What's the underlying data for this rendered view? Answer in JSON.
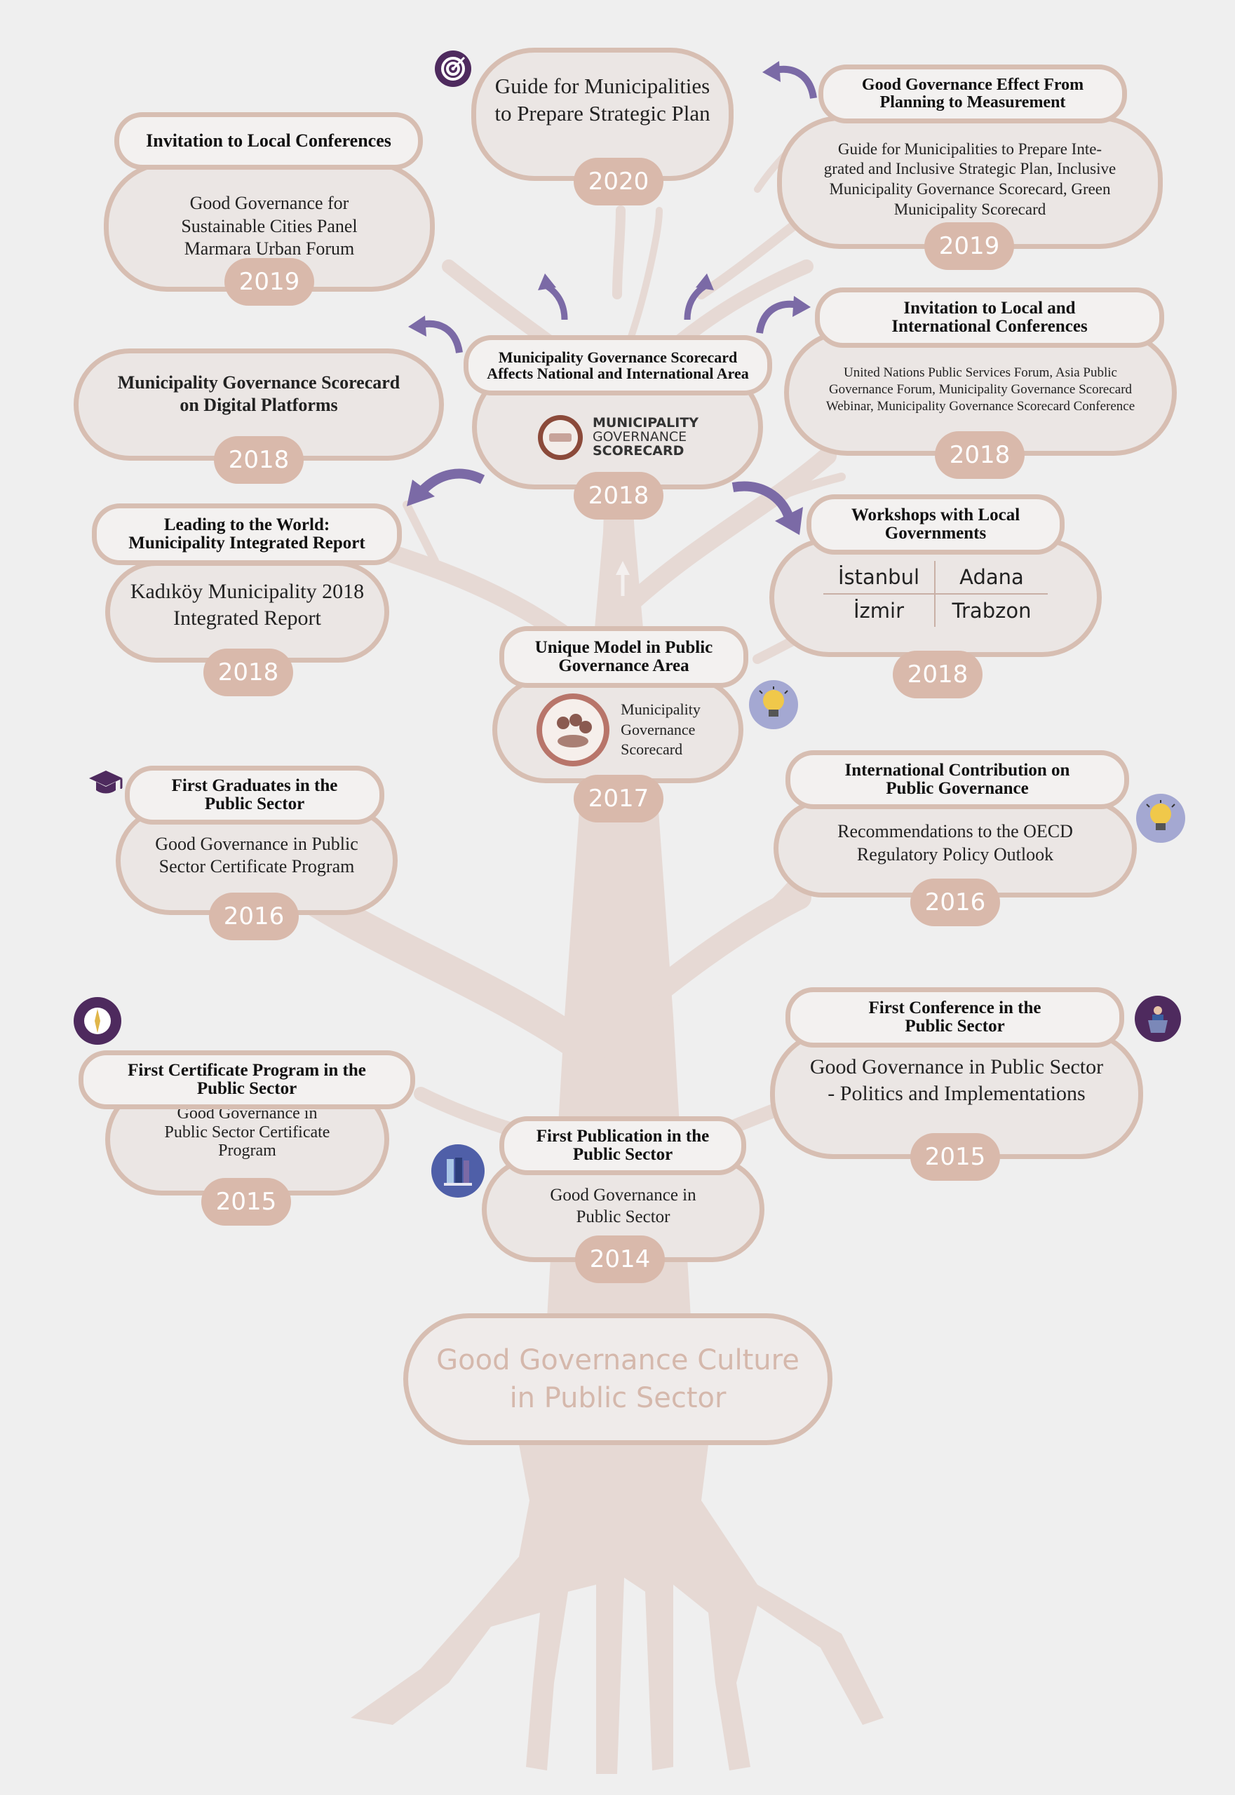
{
  "root_title_line1": "Good Governance Culture",
  "root_title_line2": "in Public Sector",
  "nodes": {
    "n2020": {
      "title_l1": "Guide for Municipalities",
      "title_l2": "to Prepare Strategic Plan",
      "year": "2020"
    },
    "n2019a": {
      "head": "Invitation to Local Conferences",
      "l1": "Good Governance for",
      "l2": "Sustainable Cities Panel",
      "l3": "Marmara Urban Forum",
      "year": "2019"
    },
    "n2019b": {
      "head_l1": "Good Governance Effect From",
      "head_l2": "Planning to Measurement",
      "l1": "Guide for Municipalities to Prepare Inte-",
      "l2": "grated and Inclusive Strategic Plan, Inclusive",
      "l3": "Municipality Governance Scorecard, Green",
      "l4": "Municipality Scorecard",
      "year": "2019"
    },
    "n2018digital": {
      "l1": "Municipality Governance Scorecard",
      "l2": "on Digital Platforms",
      "year": "2018"
    },
    "n2018center": {
      "head_l1": "Municipality Governance Scorecard",
      "head_l2": "Affects National and International Area",
      "logo_l1": "MUNICIPALITY",
      "logo_l2": "GOVERNANCE",
      "logo_l3": "SCORECARD",
      "year": "2018"
    },
    "n2018intl": {
      "head_l1": "Invitation to Local and",
      "head_l2": "International Conferences",
      "l1": "United Nations Public Services Forum, Asia Public",
      "l2": "Governance Forum, Municipality Governance Scorecard",
      "l3": "Webinar, Municipality Governance Scorecard Conference",
      "year": "2018"
    },
    "n2018report": {
      "head_l1": "Leading to the World:",
      "head_l2": "Municipality Integrated Report",
      "l1": "Kadıköy Municipality 2018",
      "l2": "Integrated Report",
      "year": "2018"
    },
    "n2018workshops": {
      "head_l1": "Workshops with Local",
      "head_l2": "Governments",
      "cities": [
        "İstanbul",
        "Adana",
        "İzmir",
        "Trabzon"
      ],
      "year": "2018"
    },
    "n2017": {
      "head_l1": "Unique Model in Public",
      "head_l2": "Governance Area",
      "l1": "Municipality",
      "l2": "Governance",
      "l3": "Scorecard",
      "year": "2017"
    },
    "n2016grad": {
      "head_l1": "First Graduates in the",
      "head_l2": "Public Sector",
      "l1": "Good Governance in Public",
      "l2": "Sector Certificate Program",
      "year": "2016"
    },
    "n2016oecd": {
      "head_l1": "International Contribution on",
      "head_l2": "Public Governance",
      "l1": "Recommendations to the OECD",
      "l2": "Regulatory Policy Outlook",
      "year": "2016"
    },
    "n2015cert": {
      "head_l1": "First Certificate Program in the",
      "head_l2": "Public Sector",
      "l1": "Good Governance in",
      "l2": "Public Sector Certificate",
      "l3": "Program",
      "year": "2015"
    },
    "n2015conf": {
      "head_l1": "First Conference in the",
      "head_l2": "Public Sector",
      "l1": "Good Governance in Public Sector",
      "l2": "- Politics and Implementations",
      "year": "2015"
    },
    "n2014": {
      "head_l1": "First Publication in the",
      "head_l2": "Public Sector",
      "l1": "Good Governance in",
      "l2": "Public Sector",
      "year": "2014"
    }
  },
  "icons": [
    "target-icon",
    "graduation-cap-icon",
    "compass-icon",
    "lightbulb-icon",
    "books-icon",
    "speaker-podium-icon"
  ],
  "colors": {
    "background": "#efefef",
    "tree": "#e6d7d2",
    "card_border": "#d7beb2",
    "year_badge": "#d9b9ab",
    "accent_purple": "#7b6aa6",
    "icon_dark_purple": "#4e2a5e"
  }
}
